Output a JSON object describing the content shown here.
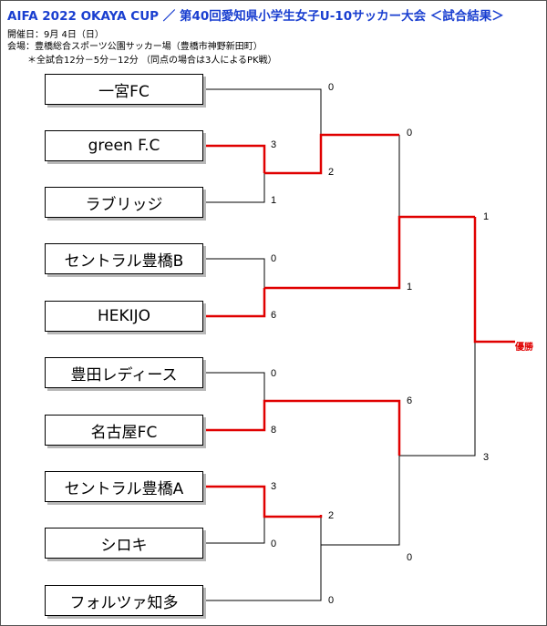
{
  "title": "AIFA 2022 OKAYA CUP ／ 第40回愛知県小学生女子U-10サッカー大会 ＜試合結果＞",
  "info": {
    "date": "開催日：9月 4日（日）",
    "venue": "会場：豊橋総合スポーツ公園サッカー場（豊橋市神野新田町）",
    "note": "＊全試合12分－5分－12分 （同点の場合は3人によるPK戦）"
  },
  "teams": [
    "一宮FC",
    "green F.C",
    "ラブリッジ",
    "セントラル豊橋B",
    "HEKIJO",
    "豊田レディース",
    "名古屋FC",
    "セントラル豊橋A",
    "シロキ",
    "フォルツァ知多"
  ],
  "scores": {
    "r1": [
      "0",
      "3",
      "1",
      "0",
      "6",
      "0",
      "8",
      "3",
      "0",
      "0"
    ],
    "r2": [
      "2",
      "1",
      "6",
      "2"
    ],
    "r3": [
      "0",
      "0"
    ],
    "r4": [
      "1",
      "3"
    ]
  },
  "winner_label": "優勝"
}
